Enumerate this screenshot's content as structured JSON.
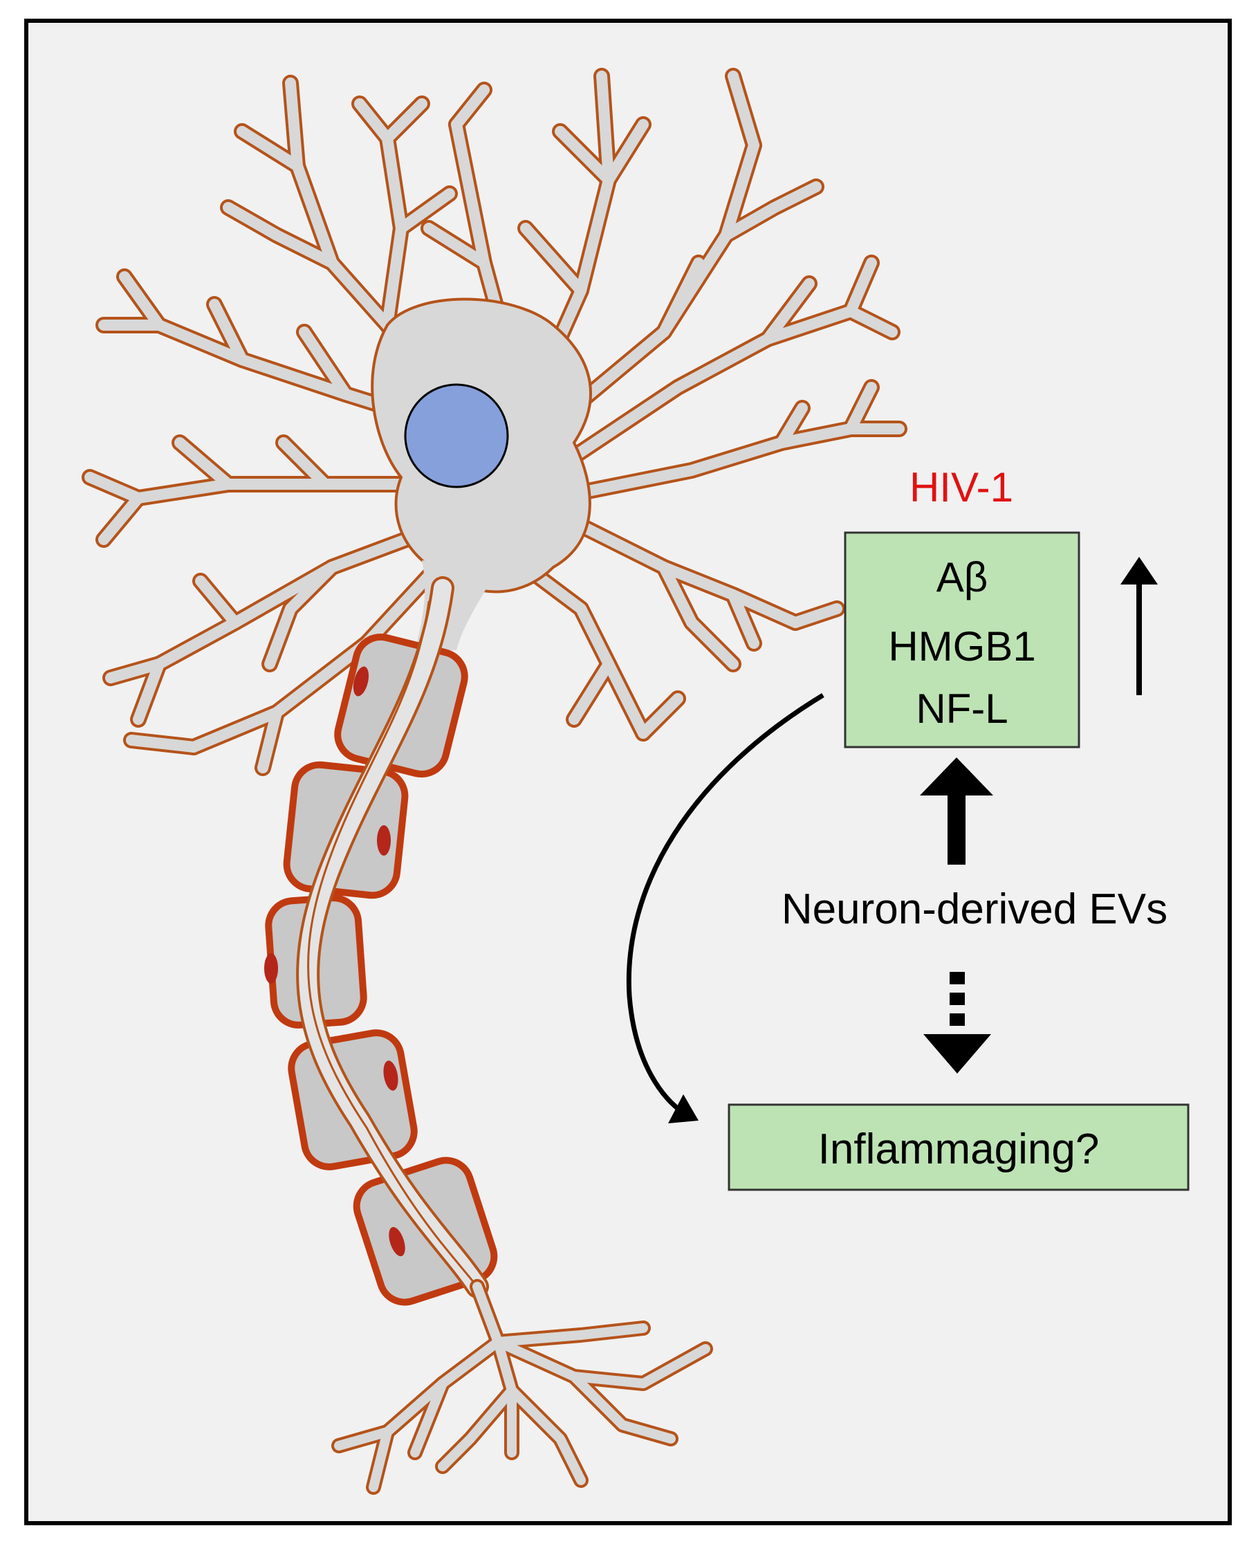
{
  "figure": {
    "colors": {
      "frame_background": "#f1f1f1",
      "frame_border": "#000000",
      "cell_fill": "#d8d8d8",
      "cell_outline": "#b5531a",
      "nucleus_fill": "#86a0dc",
      "nucleus_outline": "#000000",
      "myelin_outline": "#c03a10",
      "myelin_fill": "#c8c8c8",
      "schwann_nucleus": "#b4261a",
      "virus_text": "#e01212",
      "box_fill": "#bde3b4",
      "box_border": "#333333",
      "arrow_color": "#000000"
    },
    "labels": {
      "virus": "HIV-1",
      "markers": [
        "Aβ",
        "HMGB1",
        "NF-L"
      ],
      "source": "Neuron-derived EVs",
      "outcome": "Inflammaging?"
    },
    "icons": {
      "cell": "neuron-icon",
      "increase": "up-arrow-icon"
    }
  }
}
